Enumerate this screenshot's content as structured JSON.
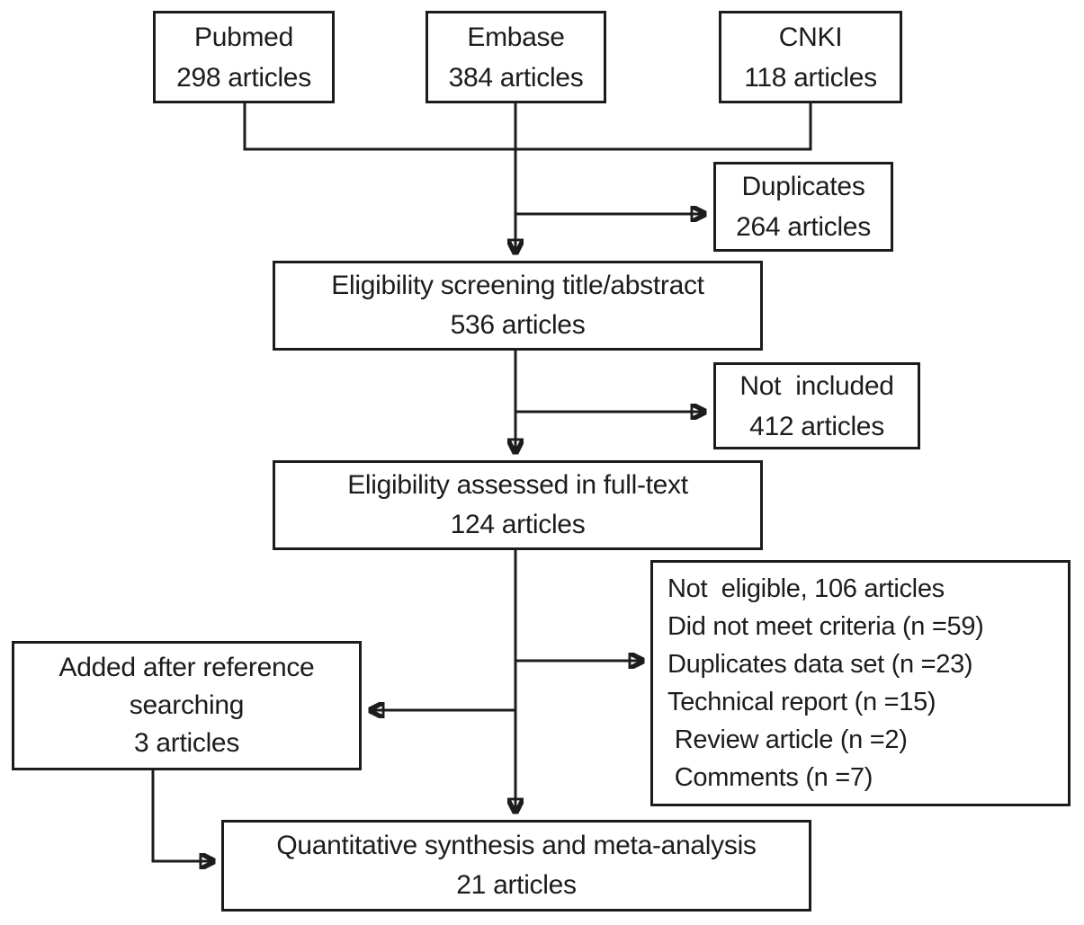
{
  "boxes": {
    "pubmed": {
      "line1": "Pubmed",
      "line2": "298 articles"
    },
    "embase": {
      "line1": "Embase",
      "line2": "384 articles"
    },
    "cnki": {
      "line1": "CNKI",
      "line2": "118 articles"
    },
    "duplicates": {
      "line1": "Duplicates",
      "line2": "264 articles"
    },
    "screening": {
      "line1": "Eligibility screening title/abstract",
      "line2": "536 articles"
    },
    "not_included": {
      "line1": "Not  included",
      "line2": "412 articles"
    },
    "fulltext": {
      "line1": "Eligibility assessed in full-text",
      "line2": "124 articles"
    },
    "not_eligible": {
      "line1": "Not  eligible, 106 articles",
      "line2": "Did not meet criteria (n =59)",
      "line3": "Duplicates data set (n =23)",
      "line4": "Technical report (n =15)",
      "line5": " Review article (n =2)",
      "line6": " Comments (n =7)"
    },
    "reference": {
      "line1": "Added after reference",
      "line2": "searching",
      "line3": "3 articles"
    },
    "final": {
      "line1": "Quantitative synthesis and meta-analysis",
      "line2": "21 articles"
    }
  },
  "colors": {
    "line": "#1c1c1c",
    "box_border": "#1c1c1c",
    "text": "#1c1c1c",
    "background": "#ffffff"
  }
}
